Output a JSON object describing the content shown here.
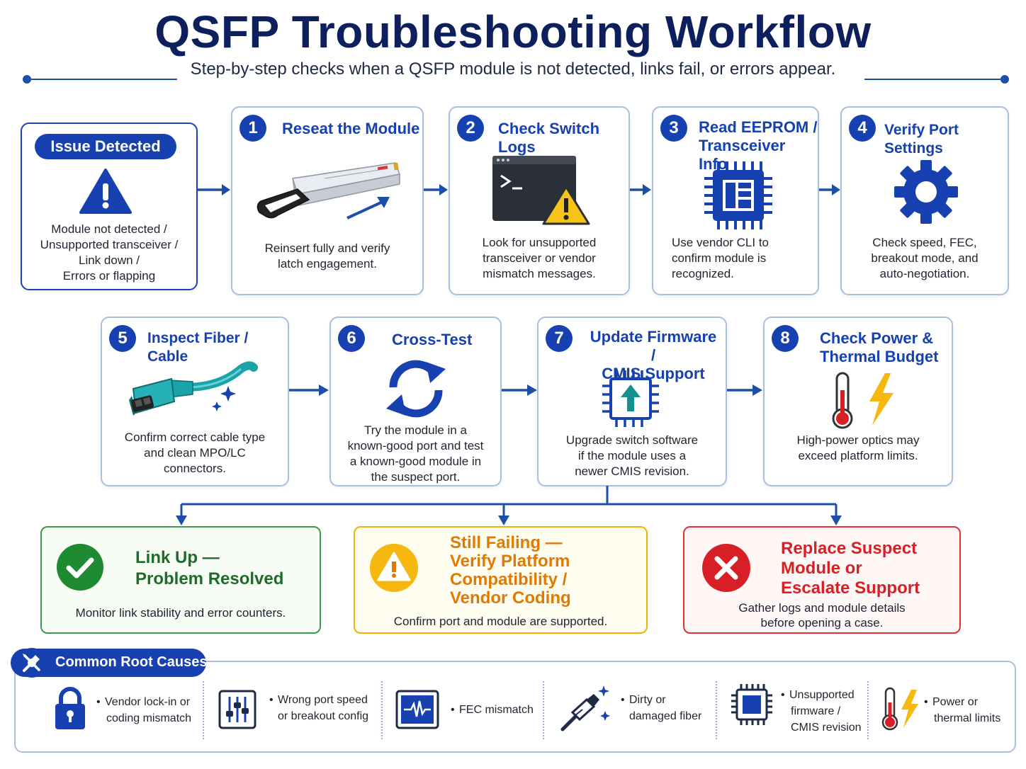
{
  "header": {
    "title": "QSFP Troubleshooting Workflow",
    "subtitle": "Step-by-step checks when a QSFP module is not detected, links fail, or errors appear."
  },
  "colors": {
    "primary": "#1740b0",
    "title": "#0d1f5c",
    "card_border": "#a9bfe0",
    "success": "#1e8a32",
    "warning": "#d9a100",
    "warning_text": "#e07a00",
    "error": "#d91f26"
  },
  "issue": {
    "label": "Issue Detected",
    "icon": "warning-triangle-icon",
    "lines": [
      "Module not detected /",
      "Unsupported transceiver /",
      "Link down /",
      "Errors or flapping"
    ]
  },
  "steps": [
    {
      "number": "1",
      "title": [
        "Reseat the Module"
      ],
      "icon": "qsfp-module-icon",
      "desc": [
        "Reinsert fully and verify",
        "latch engagement."
      ]
    },
    {
      "number": "2",
      "title": [
        "Check Switch Logs"
      ],
      "icon": "terminal-warning-icon",
      "desc": [
        "Look for unsupported",
        "transceiver or vendor",
        "mismatch messages."
      ]
    },
    {
      "number": "3",
      "title": [
        "Read EEPROM /",
        "Transceiver Info"
      ],
      "icon": "chip-icon",
      "desc": [
        "Use vendor CLI to",
        "confirm module is",
        "recognized."
      ]
    },
    {
      "number": "4",
      "title": [
        "Verify Port Settings"
      ],
      "icon": "gear-icon",
      "desc": [
        "Check speed, FEC,",
        "breakout mode, and",
        "auto-negotiation."
      ]
    },
    {
      "number": "5",
      "title": [
        "Inspect Fiber / Cable"
      ],
      "icon": "fiber-connector-icon",
      "desc": [
        "Confirm correct cable type",
        "and clean MPO/LC",
        "connectors."
      ]
    },
    {
      "number": "6",
      "title": [
        "Cross-Test"
      ],
      "icon": "refresh-icon",
      "desc": [
        "Try the module in a",
        "known-good port and test",
        "a known-good module in",
        "the suspect port."
      ]
    },
    {
      "number": "7",
      "title": [
        "Update Firmware /",
        "CMIS Support"
      ],
      "icon": "chip-upload-icon",
      "desc": [
        "Upgrade switch software",
        "if the module uses a",
        "newer CMIS revision."
      ]
    },
    {
      "number": "8",
      "title": [
        "Check Power &",
        "Thermal Budget"
      ],
      "icon": "thermometer-bolt-icon",
      "desc": [
        "High-power optics may",
        "exceed platform limits."
      ]
    }
  ],
  "outcomes": [
    {
      "title": [
        "Link Up —",
        "Problem Resolved"
      ],
      "icon": "check-circle-icon",
      "desc": [
        "Monitor link stability and error counters."
      ]
    },
    {
      "title": [
        "Still Failing —",
        "Verify Platform",
        "Compatibility /",
        "Vendor Coding"
      ],
      "icon": "warning-circle-icon",
      "desc": [
        "Confirm port and module are supported."
      ]
    },
    {
      "title": [
        "Replace Suspect",
        "Module or",
        "Escalate Support"
      ],
      "icon": "x-circle-icon",
      "desc": [
        "Gather logs and module details",
        "before opening a case."
      ]
    }
  ],
  "root_causes": {
    "label": "Common Root Causes",
    "icon": "tools-icon",
    "items": [
      {
        "icon": "padlock-icon",
        "lines": [
          "Vendor lock-in or",
          "coding mismatch"
        ]
      },
      {
        "icon": "sliders-icon",
        "lines": [
          "Wrong port speed",
          "or breakout config"
        ]
      },
      {
        "icon": "waveform-icon",
        "lines": [
          "FEC mismatch"
        ]
      },
      {
        "icon": "dirty-fiber-icon",
        "lines": [
          "Dirty or",
          "damaged fiber"
        ]
      },
      {
        "icon": "chip-icon",
        "lines": [
          "Unsupported",
          "firmware /",
          "CMIS revision"
        ]
      },
      {
        "icon": "thermometer-bolt-icon",
        "lines": [
          "Power or",
          "thermal limits"
        ]
      }
    ]
  }
}
